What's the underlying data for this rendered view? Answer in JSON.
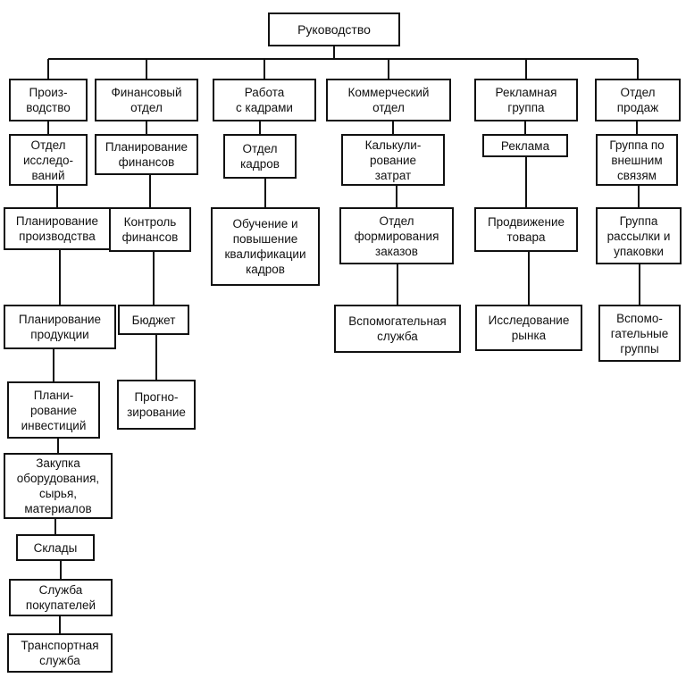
{
  "org_chart": {
    "root": "Руководство",
    "departments": [
      {
        "label": "Произ-\nводство",
        "units": [
          "Отдел\nисследо-\nваний",
          "Планирование\nпроизводства",
          "Планирование\nпродукции",
          "Плани-\nрование\nинвестиций",
          "Закупка\nоборудования,\nсырья,\nматериалов",
          "Склады",
          "Служба\nпокупателей",
          "Транспортная\nслужба"
        ]
      },
      {
        "label": "Финансовый\nотдел",
        "units": [
          "Планирование\nфинансов",
          "Контроль\nфинансов",
          "Бюджет",
          "Прогно-\nзирование"
        ]
      },
      {
        "label": "Работа\nс кадрами",
        "units": [
          "Отдел\nкадров",
          "Обучение и\nповышение\nквалификации\nкадров"
        ]
      },
      {
        "label": "Коммерческий\nотдел",
        "units": [
          "Калькули-\nрование\nзатрат",
          "Отдел\nформирования\nзаказов",
          "Вспомогательная\nслужба"
        ]
      },
      {
        "label": "Рекламная\nгруппа",
        "units": [
          "Реклама",
          "Продвижение\nтовара",
          "Исследование\nрынка"
        ]
      },
      {
        "label": "Отдел\nпродаж",
        "units": [
          "Группа по\nвнешним\nсвязям",
          "Группа\nрассылки и\nупаковки",
          "Вспомо-\nгательные\nгруппы"
        ]
      }
    ]
  }
}
